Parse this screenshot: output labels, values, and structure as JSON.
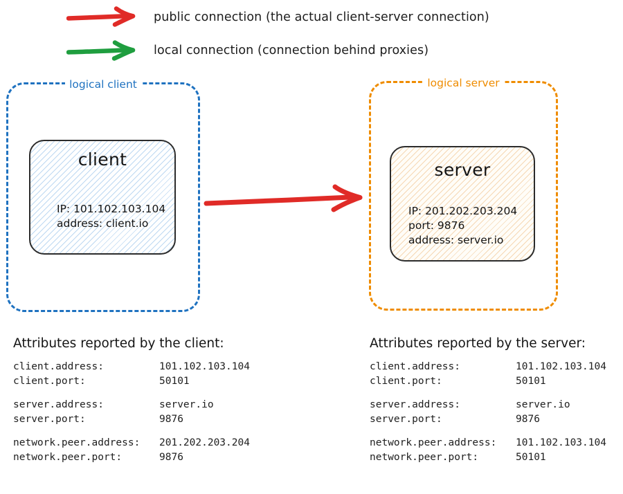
{
  "legend": [
    {
      "arrow_color": "#e02b27",
      "icon": "red-arrow-icon",
      "label": "public connection (the actual client-server connection)"
    },
    {
      "arrow_color": "#1f9e3f",
      "icon": "green-arrow-icon",
      "label": "local connection (connection behind proxies)"
    }
  ],
  "diagram": {
    "client_container": {
      "title": "logical client",
      "color": "#1f72c0"
    },
    "server_container": {
      "title": "logical server",
      "color": "#ef8c00"
    },
    "client_node": {
      "title": "client",
      "lines": [
        "IP: 101.102.103.104",
        "address: client.io"
      ],
      "hatch_color": "#87b9e6"
    },
    "server_node": {
      "title": "server",
      "lines": [
        "IP: 201.202.203.204",
        "port: 9876",
        "address: server.io"
      ],
      "hatch_color": "#ecb270"
    },
    "connection_arrow": {
      "icon": "red-arrow-icon",
      "color": "#e02b27",
      "from": "client",
      "to": "server"
    }
  },
  "attributes": {
    "client_report": {
      "heading": "Attributes reported by the client:",
      "groups": [
        {
          "rows": [
            {
              "key": "client.address:",
              "value": "101.102.103.104"
            },
            {
              "key": "client.port:",
              "value": "50101"
            }
          ]
        },
        {
          "rows": [
            {
              "key": "server.address:",
              "value": "server.io"
            },
            {
              "key": "server.port:",
              "value": "9876"
            }
          ]
        },
        {
          "rows": [
            {
              "key": "network.peer.address:",
              "value": "201.202.203.204"
            },
            {
              "key": "network.peer.port:",
              "value": "9876"
            }
          ]
        }
      ]
    },
    "server_report": {
      "heading": "Attributes reported by the server:",
      "groups": [
        {
          "rows": [
            {
              "key": "client.address:",
              "value": "101.102.103.104"
            },
            {
              "key": "client.port:",
              "value": "50101"
            }
          ]
        },
        {
          "rows": [
            {
              "key": "server.address:",
              "value": "server.io"
            },
            {
              "key": "server.port:",
              "value": "9876"
            }
          ]
        },
        {
          "rows": [
            {
              "key": "network.peer.address:",
              "value": "101.102.103.104"
            },
            {
              "key": "network.peer.port:",
              "value": "50101"
            }
          ]
        }
      ]
    }
  }
}
